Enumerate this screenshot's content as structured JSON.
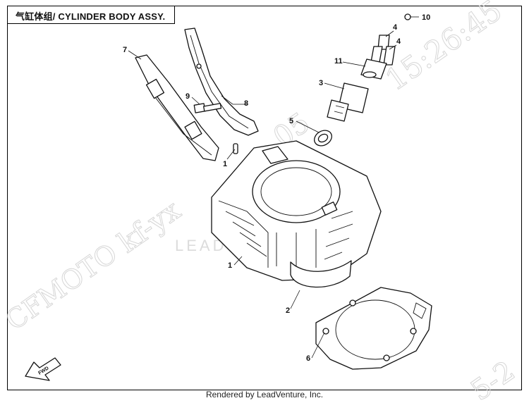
{
  "title": "气缸体组/ CYLINDER BODY ASSY.",
  "footer": "Rendered by LeadVenture, Inc.",
  "watermarks": {
    "brand": "CFMOTO",
    "user": "kf-yx",
    "time": "15:26:45",
    "date_partial": "05",
    "corner_partial": "5-2",
    "lead": "LEADVENTURE"
  },
  "fwd_label": "FWD",
  "callouts": [
    "10",
    "4",
    "4",
    "7",
    "11",
    "3",
    "9",
    "8",
    "5",
    "1",
    "1",
    "2",
    "6"
  ]
}
